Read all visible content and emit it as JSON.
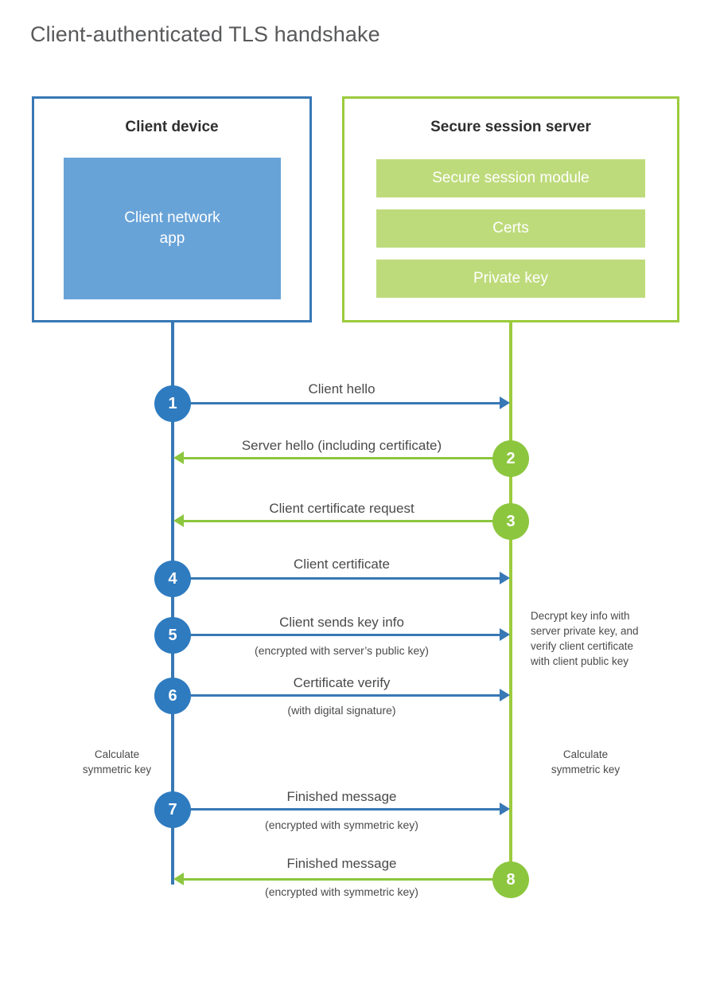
{
  "title": "Client-authenticated TLS handshake",
  "colors": {
    "blue_border": "#3878b5",
    "blue_fill": "#68a3d8",
    "blue_circle": "#2e7bc0",
    "green_border": "#9ccb3c",
    "green_fill": "#bedb7b",
    "green_circle": "#8cc63e",
    "text": "#4a4a4a",
    "title_text": "#58595b",
    "background": "#ffffff"
  },
  "panels": {
    "client": {
      "title": "Client device",
      "app_label": "Client network\napp"
    },
    "server": {
      "title": "Secure session server",
      "bars": [
        {
          "label": "Secure session module"
        },
        {
          "label": "Certs"
        },
        {
          "label": "Private key"
        }
      ]
    }
  },
  "lifelines": {
    "client_label": "Client device",
    "server_label": "Secure session server"
  },
  "steps": [
    {
      "number": "1",
      "label": "Client hello",
      "sub": "",
      "direction": "client-to-server",
      "color": "blue",
      "circle_side": "client"
    },
    {
      "number": "2",
      "label": "Server hello (including certificate)",
      "sub": "",
      "direction": "server-to-client",
      "color": "green",
      "circle_side": "server"
    },
    {
      "number": "3",
      "label": "Client certificate request",
      "sub": "",
      "direction": "server-to-client",
      "color": "green",
      "circle_side": "server"
    },
    {
      "number": "4",
      "label": "Client certificate",
      "sub": "",
      "direction": "client-to-server",
      "color": "blue",
      "circle_side": "client"
    },
    {
      "number": "5",
      "label": "Client sends key info",
      "sub": "(encrypted with server’s public key)",
      "direction": "client-to-server",
      "color": "blue",
      "circle_side": "client"
    },
    {
      "number": "6",
      "label": "Certificate verify",
      "sub": "(with digital signature)",
      "direction": "client-to-server",
      "color": "blue",
      "circle_side": "client"
    },
    {
      "number": "7",
      "label": "Finished message",
      "sub": "(encrypted with symmetric key)",
      "direction": "client-to-server",
      "color": "blue",
      "circle_side": "client"
    },
    {
      "number": "8",
      "label": "Finished message",
      "sub": "(encrypted with symmetric key)",
      "direction": "server-to-client",
      "color": "green",
      "circle_side": "server"
    }
  ],
  "notes": {
    "server_decrypt": "Decrypt key info with\nserver private key, and\nverify client certificate\nwith client public key",
    "client_calculate": "Calculate\nsymmetric key",
    "server_calculate": "Calculate\nsymmetric key"
  }
}
